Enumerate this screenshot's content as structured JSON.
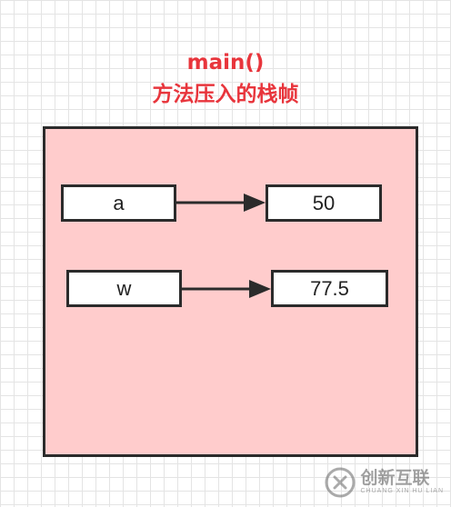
{
  "title": {
    "line1": "main()",
    "line2": "方法压入的栈帧"
  },
  "variables": [
    {
      "name": "a",
      "value": "50"
    },
    {
      "name": "w",
      "value": "77.5"
    }
  ],
  "watermark": {
    "cn": "创新互联",
    "en": "CHUANG XIN HU LIAN"
  },
  "colors": {
    "title": "#e8353c",
    "frame_fill": "#ffcccc",
    "stroke": "#2b2b2b"
  }
}
